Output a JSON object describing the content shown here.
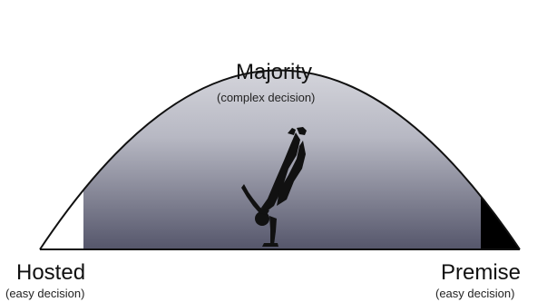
{
  "center": {
    "title": "Majority",
    "subtitle": "(complex decision)"
  },
  "left": {
    "title": "Hosted",
    "subtitle": "(easy decision)"
  },
  "right": {
    "title": "Premise",
    "subtitle": "(easy decision)"
  },
  "colors": {
    "curve_outline": "#111111",
    "gradient_top": "#f2f2f4",
    "gradient_bottom": "#55566b",
    "left_segment": "#ffffff",
    "right_segment": "#000000",
    "silhouette": "#111111"
  }
}
